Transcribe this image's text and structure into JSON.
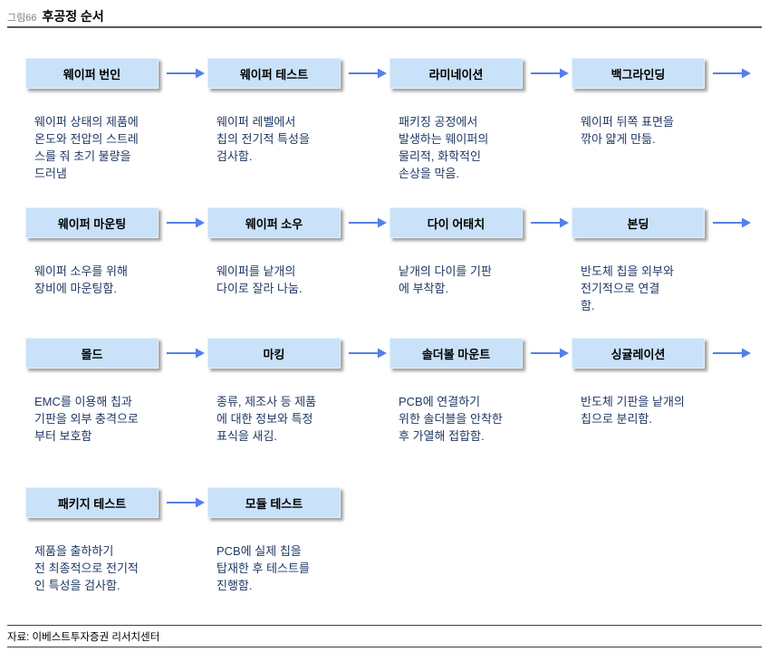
{
  "figure": {
    "label": "그림66",
    "title": "후공정 순서"
  },
  "footer": {
    "source": "자료: 이베스트투자증권 리서치센터"
  },
  "colors": {
    "box_fill": "#C9E2F9",
    "arrow": "#5580E8",
    "description_text": "#1F3864",
    "figure_label": "#808080",
    "rule": "#595959"
  },
  "rows": [
    {
      "steps": [
        {
          "title": "웨이퍼 번인",
          "desc": "웨이퍼 상태의 제품에\n온도와 전압의 스트레\n스를 줘 초기 불량을\n드러냄"
        },
        {
          "title": "웨이퍼 테스트",
          "desc": "웨이퍼 레벨에서\n칩의 전기적 특성을\n검사함."
        },
        {
          "title": "라미네이션",
          "desc": "패키징 공정에서\n발생하는 웨이퍼의\n물리적, 화학적인\n손상을 막음."
        },
        {
          "title": "백그라인딩",
          "desc": "웨이퍼 뒤쪽 표면을\n깎아 얇게 만듦."
        }
      ]
    },
    {
      "steps": [
        {
          "title": "웨이퍼 마운팅",
          "desc": "웨이퍼 소우를 위해\n장비에 마운팅함."
        },
        {
          "title": "웨이퍼 소우",
          "desc": "웨이퍼를 낱개의\n다이로 잘라 나눔."
        },
        {
          "title": "다이 어태치",
          "desc": "낱개의 다이를 기판\n에 부착함."
        },
        {
          "title": "본딩",
          "desc": "반도체 칩을 외부와\n전기적으로 연결\n함."
        }
      ]
    },
    {
      "steps": [
        {
          "title": "몰드",
          "desc": "EMC를 이용해 칩과\n기판을 외부 충격으로\n부터 보호함"
        },
        {
          "title": "마킹",
          "desc": "종류, 제조사 등 제품\n에 대한 정보와 특정\n표식을 새김."
        },
        {
          "title": "솔더볼 마운트",
          "desc": "PCB에 연결하기\n위한 솔더블을 안착한\n후 가열해 접합함."
        },
        {
          "title": "싱귤레이션",
          "desc": "반도체 기판을 낱개의\n칩으로 분리함."
        }
      ]
    },
    {
      "steps": [
        {
          "title": "패키지 테스트",
          "desc": "제품을 출하하기\n전 최종적으로 전기적\n인 특성을 검사함."
        },
        {
          "title": "모듈 테스트",
          "desc": "PCB에 실제 칩을\n탑재한 후 테스트를\n진행함."
        }
      ]
    }
  ]
}
